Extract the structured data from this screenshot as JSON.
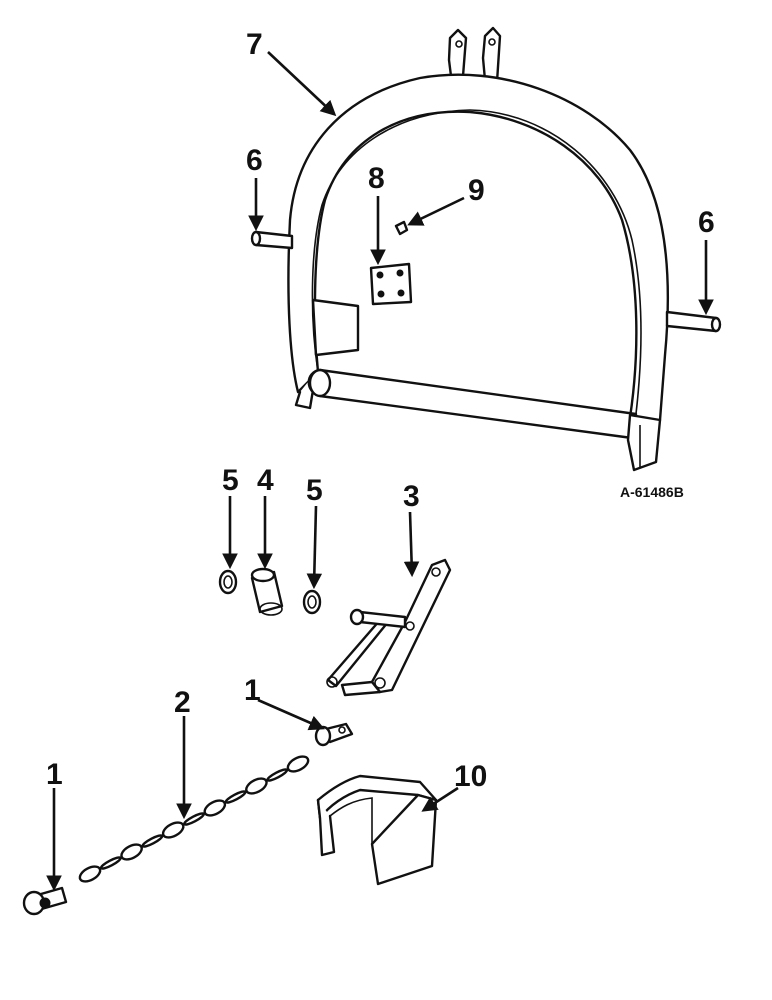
{
  "figure": {
    "id_label": "A-61486B",
    "colors": {
      "ink": "#111111",
      "paper": "#ffffff"
    }
  },
  "callouts": {
    "c1a": "1",
    "c1b": "1",
    "c2": "2",
    "c3": "3",
    "c4": "4",
    "c5a": "5",
    "c5b": "5",
    "c6a": "6",
    "c6b": "6",
    "c7": "7",
    "c8": "8",
    "c9": "9",
    "c10": "10"
  },
  "parts": [
    {
      "number": "1",
      "icon": "clevis-pin-icon"
    },
    {
      "number": "2",
      "icon": "chain-icon"
    },
    {
      "number": "3",
      "icon": "bracket-link-icon"
    },
    {
      "number": "4",
      "icon": "spacer-bushing-icon"
    },
    {
      "number": "5",
      "icon": "washer-icon"
    },
    {
      "number": "6",
      "icon": "pin-icon"
    },
    {
      "number": "7",
      "icon": "hoop-frame-icon"
    },
    {
      "number": "8",
      "icon": "plate-icon"
    },
    {
      "number": "9",
      "icon": "screw-icon"
    },
    {
      "number": "10",
      "icon": "shield-icon"
    }
  ]
}
